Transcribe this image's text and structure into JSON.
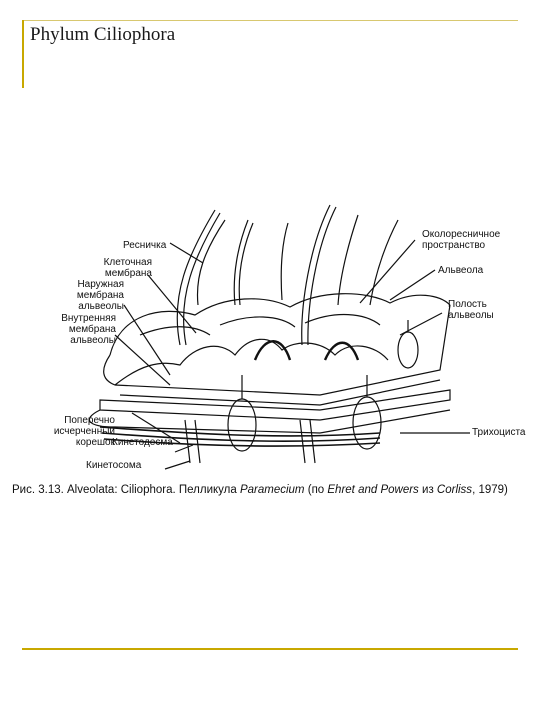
{
  "slide": {
    "title": "Phylum Ciliophora"
  },
  "figure": {
    "labels_left": {
      "cilium": "Ресничка",
      "cell_membrane_1": "Клеточная",
      "cell_membrane_2": "мембрана",
      "outer_membrane_1": "Наружная",
      "outer_membrane_2": "мембрана",
      "outer_membrane_3": "альвеолы",
      "inner_membrane_1": "Внутренняя",
      "inner_membrane_2": "мембрана",
      "inner_membrane_3": "альвеолы",
      "striated_root_1": "Поперечно",
      "striated_root_2": "исчерченный",
      "striated_root_3": "корешок",
      "kinetodesma": "Кинетодесма",
      "kinetosome": "Кинетосома"
    },
    "labels_right": {
      "perciliary_1": "Околоресничное",
      "perciliary_2": "пространство",
      "alveolus": "Альвеола",
      "alveolar_cavity_1": "Полость",
      "alveolar_cavity_2": "альвеолы",
      "trichocyst": "Трихоциста"
    }
  },
  "caption": {
    "prefix": "Рис. 3.13. Alveolata: Ciliophora. Пелликула",
    "genus": "Paramecium",
    "open": "(по",
    "authors1": "Ehret and Powers",
    "mid": "из",
    "authors2": "Corliss",
    "close": ", 1979)"
  }
}
